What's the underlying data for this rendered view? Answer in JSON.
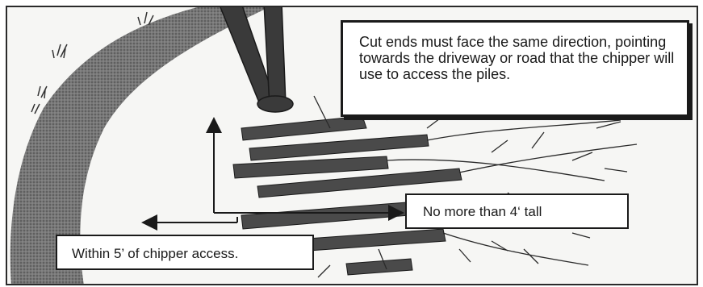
{
  "callouts": {
    "cut_ends": "Cut ends must face the same direction, pointing towards the driveway or road that the chipper will use to access the piles.",
    "height_limit": "No more than 4‘ tall",
    "distance_limit": "Within 5’ of chipper access."
  },
  "colors": {
    "ink": "#1a1a1a",
    "road": "#5a5a5a",
    "background": "#f6f6f4"
  }
}
